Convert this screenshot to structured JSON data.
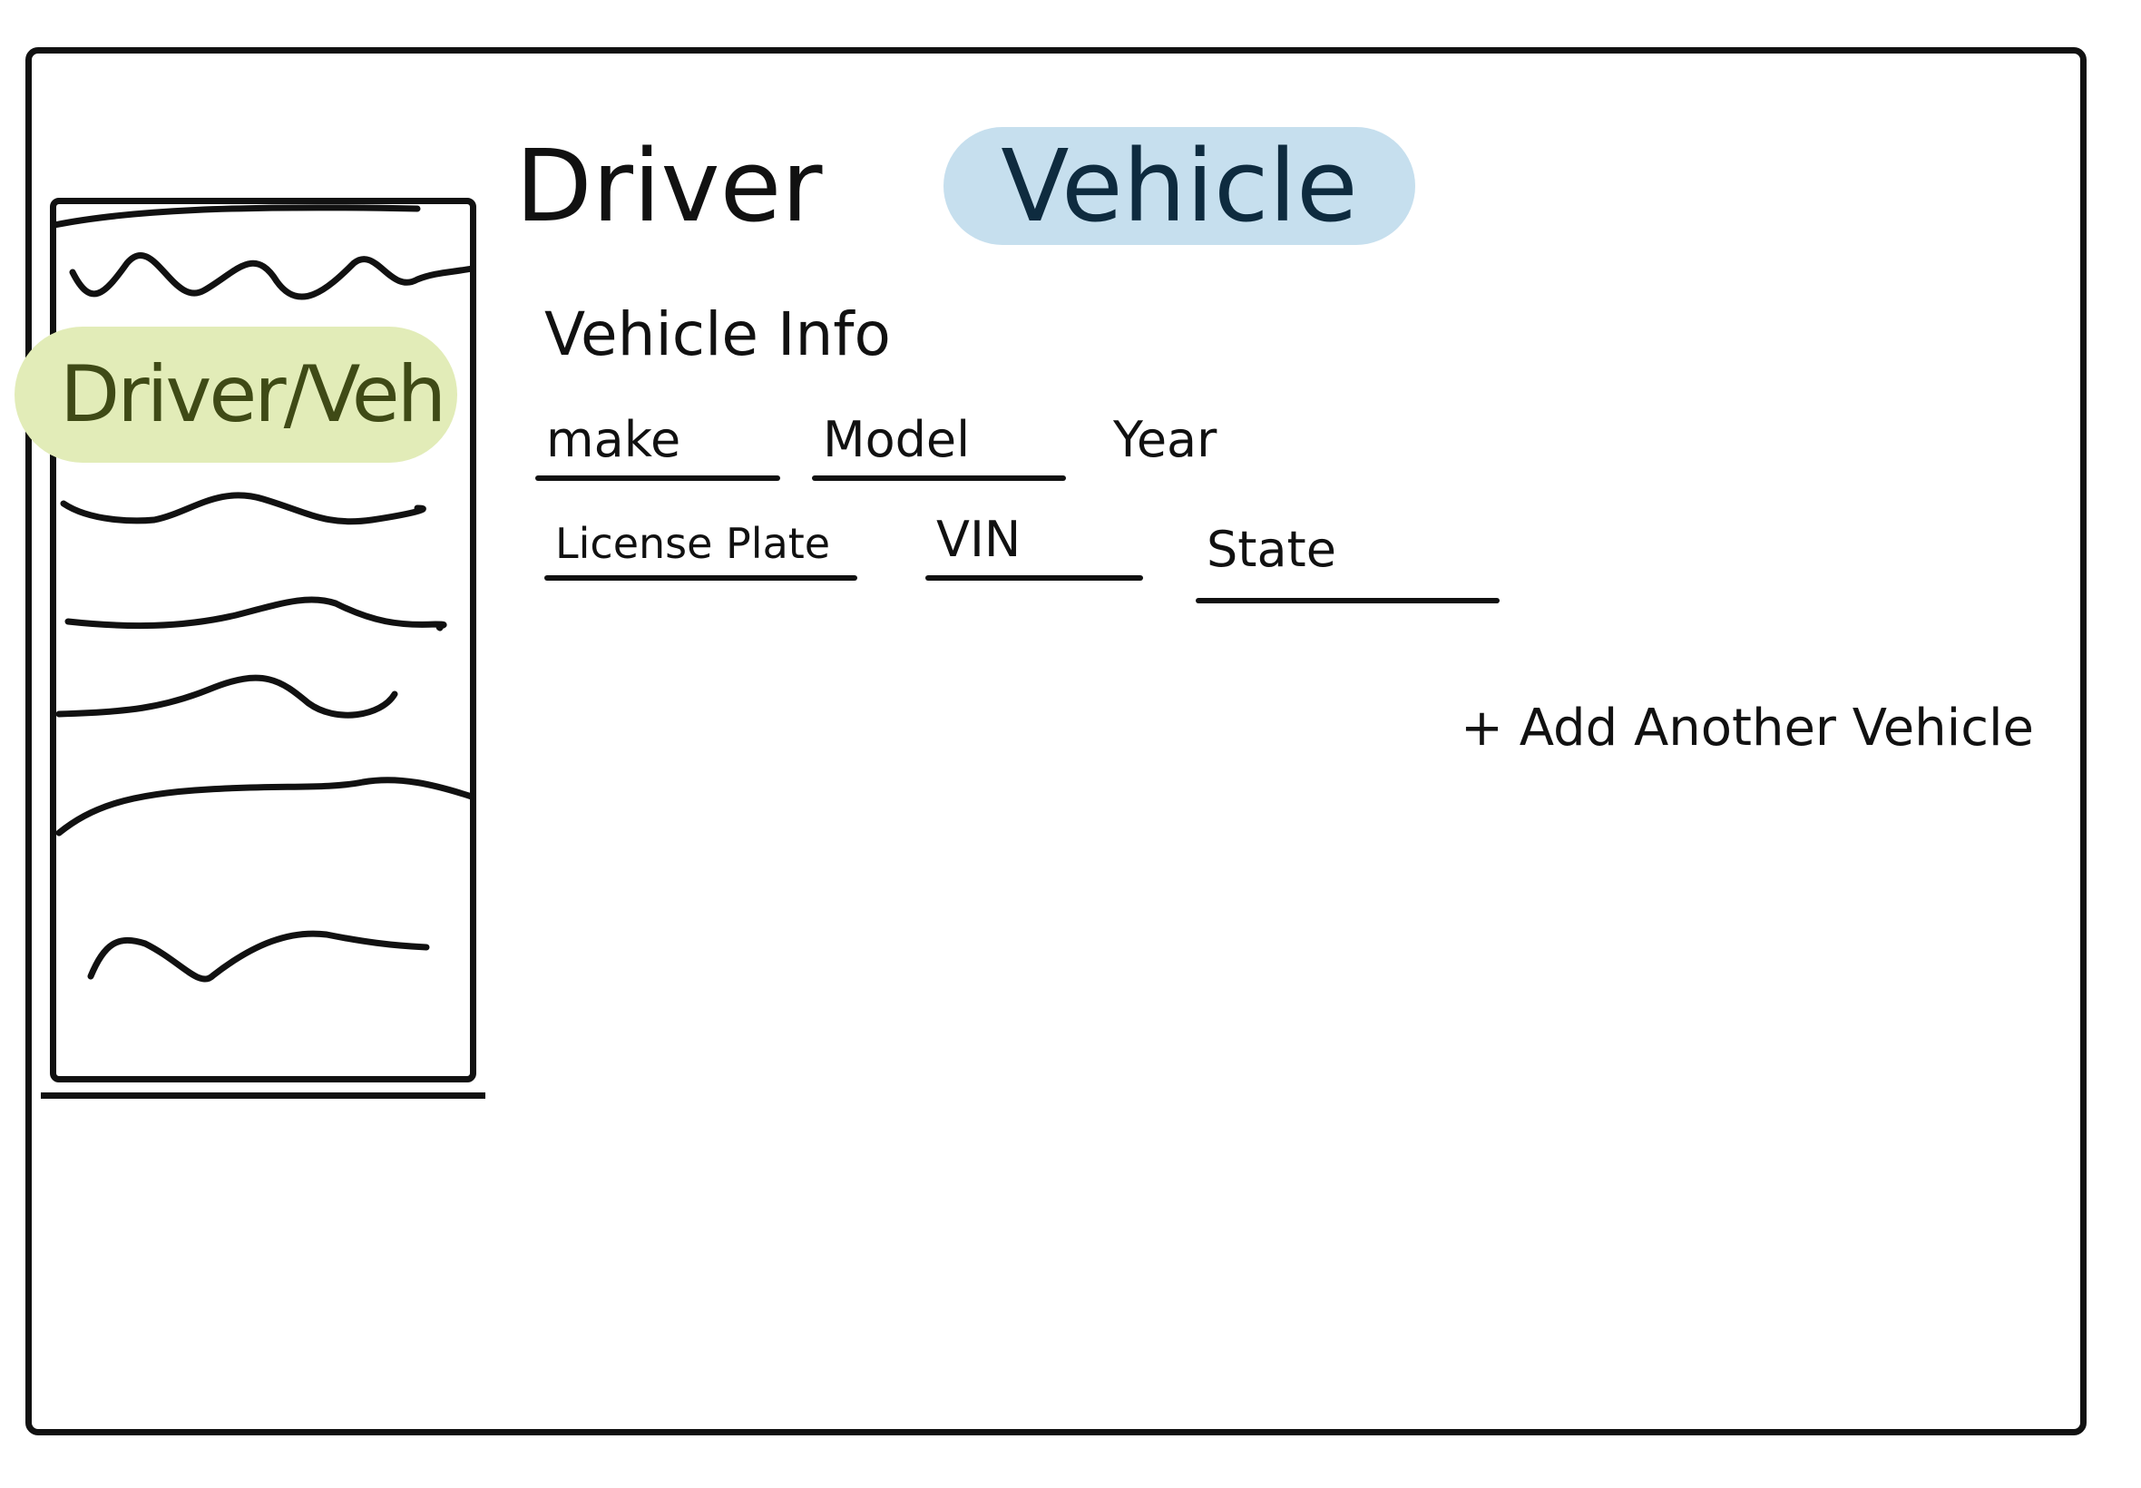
{
  "tabs": {
    "driver": "Driver",
    "vehicle": "Vehicle"
  },
  "sidebar": {
    "active_item": "Driver/Veh"
  },
  "form": {
    "title": "Vehicle Info",
    "fields": {
      "make": "make",
      "model": "Model",
      "year": "Year",
      "license_plate": "License Plate",
      "vin": "VIN",
      "state": "State"
    }
  },
  "actions": {
    "add_vehicle": "+ Add Another Vehicle"
  },
  "colors": {
    "active_nav_highlight": "#e2ecb8",
    "active_tab_highlight": "#c6dfee",
    "stroke": "#111111"
  }
}
